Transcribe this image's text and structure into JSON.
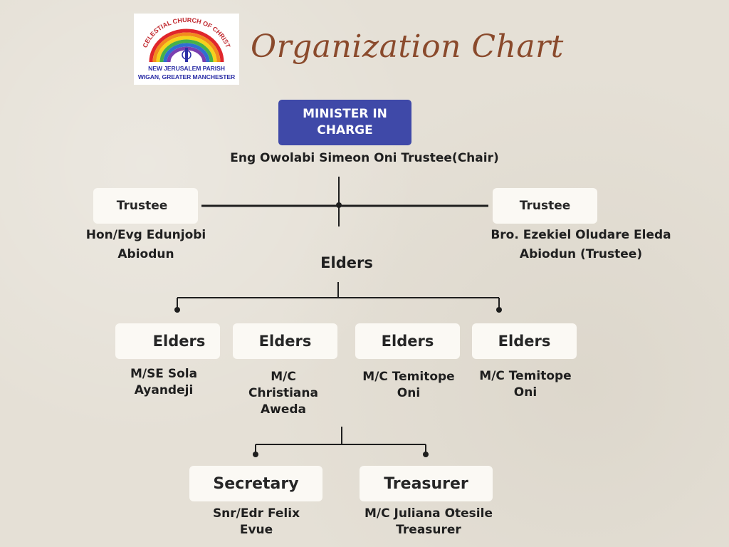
{
  "logo": {
    "arc_text": "CELESTIAL CHURCH OF CHRIST",
    "line1": "NEW JERUSALEM PARISH",
    "line2": "WIGAN, GREATER MANCHESTER"
  },
  "title": "Organization Chart",
  "minister": {
    "box_label": "MINISTER IN CHARGE",
    "name": "Eng Owolabi Simeon Oni Trustee(Chair)"
  },
  "trustees": [
    {
      "box_label": "Trustee",
      "name_line1": "Hon/Evg Edunjobi",
      "name_line2": "Abiodun"
    },
    {
      "box_label": "Trustee",
      "name_line1": "Bro. Ezekiel Oludare Eleda",
      "name_line2": "Abiodun (Trustee)"
    }
  ],
  "elders_heading": "Elders",
  "elders": [
    {
      "box_label": "Elders",
      "lines": [
        "M/SE Sola",
        "Ayandeji"
      ]
    },
    {
      "box_label": "Elders",
      "lines": [
        "M/C",
        "Christiana",
        "Aweda"
      ]
    },
    {
      "box_label": "Elders",
      "lines": [
        "M/C Temitope",
        "Oni"
      ]
    },
    {
      "box_label": "Elders",
      "lines": [
        "M/C Temitope",
        "Oni"
      ]
    }
  ],
  "officers": [
    {
      "box_label": "Secretary",
      "lines": [
        "Snr/Edr Felix",
        "Evue"
      ]
    },
    {
      "box_label": "Treasurer",
      "lines": [
        "M/C Juliana Otesile",
        "Treasurer"
      ]
    }
  ],
  "colors": {
    "background": "#e5e0d6",
    "minister_box": "#3f49a8",
    "title": "#8a4a2c",
    "connector": "#1e1e1e"
  }
}
